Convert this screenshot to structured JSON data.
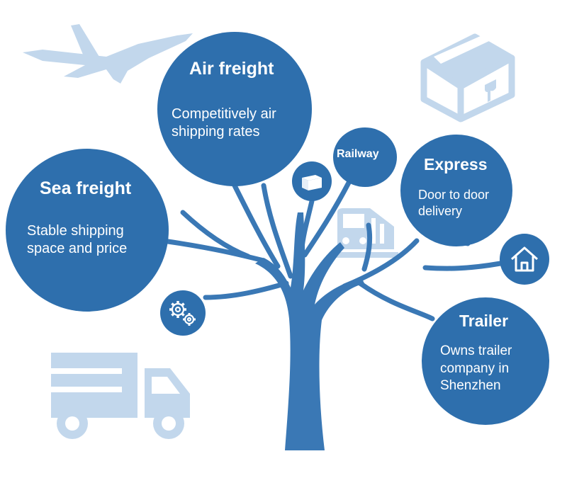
{
  "colors": {
    "primary": "#2e6fad",
    "light": "#c2d7ec",
    "trunk": "#3a78b5"
  },
  "air_freight": {
    "title": "Air freight",
    "desc": "Competitively air shipping rates"
  },
  "sea_freight": {
    "title": "Sea freight",
    "desc": "Stable shipping space and price"
  },
  "railway": {
    "title": "Railway"
  },
  "express": {
    "title": "Express",
    "desc": "Door to door delivery"
  },
  "trailer": {
    "title": "Trailer",
    "desc": "Owns trailer company in Shenzhen"
  },
  "icons": {
    "airplane": "airplane-icon",
    "package": "package-icon",
    "train": "train-icon",
    "truck": "truck-icon",
    "box": "box-icon",
    "gears": "gears-icon",
    "house": "house-icon"
  }
}
